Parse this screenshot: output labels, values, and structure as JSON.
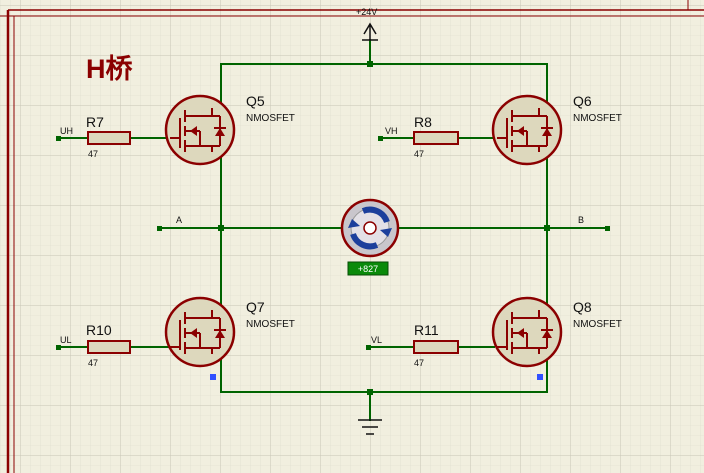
{
  "title": "H桥",
  "supply": {
    "label": "+24V"
  },
  "motor": {
    "readout": "+827"
  },
  "nets": {
    "a": "A",
    "b": "B"
  },
  "transistors": [
    {
      "ref": "Q5",
      "type": "NMOSFET"
    },
    {
      "ref": "Q6",
      "type": "NMOSFET"
    },
    {
      "ref": "Q7",
      "type": "NMOSFET"
    },
    {
      "ref": "Q8",
      "type": "NMOSFET"
    }
  ],
  "resistors": [
    {
      "ref": "R7",
      "value": "47"
    },
    {
      "ref": "R8",
      "value": "47"
    },
    {
      "ref": "R10",
      "value": "47"
    },
    {
      "ref": "R11",
      "value": "47"
    }
  ],
  "inputs": {
    "uh": "UH",
    "vh": "VH",
    "ul": "UL",
    "vl": "VL"
  },
  "colors": {
    "background": "#f1efdf",
    "grid": "#d4d2c3",
    "border": "#8b0000",
    "wire": "#006400",
    "component": "#8b0000",
    "component_fill": "#ddd8bd",
    "motor_blue": "#1c3f9c",
    "readout_bg": "#0a8a0a",
    "readout_text": "#ffffff",
    "marker": "#3050ff"
  }
}
